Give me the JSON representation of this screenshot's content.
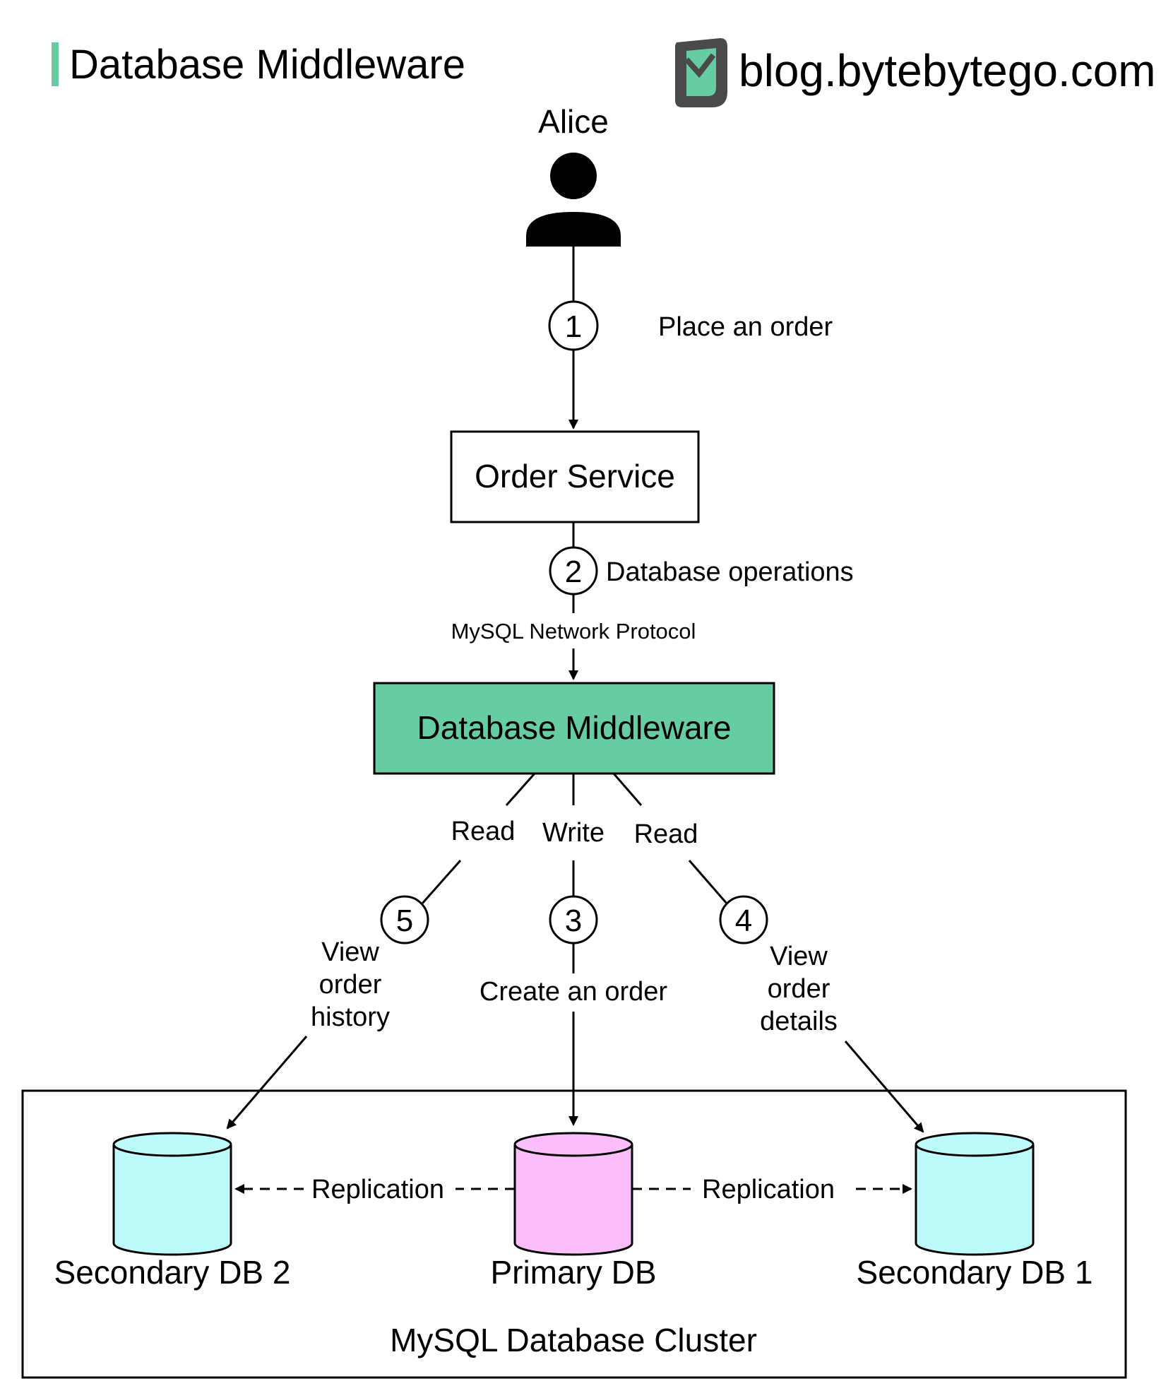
{
  "header": {
    "title": "Database Middleware",
    "accent_color": "#66CDA3",
    "brand_text": "blog.bytebytego.com",
    "brand_icon": "bytebytego-logo-icon"
  },
  "actor": {
    "name": "Alice",
    "icon": "person-icon"
  },
  "steps": [
    {
      "number": "1",
      "label": "Place an order"
    },
    {
      "number": "2",
      "label": "Database operations"
    },
    {
      "number": "3",
      "label": "Create an order"
    },
    {
      "number": "4",
      "label_lines": [
        "View",
        "order",
        "details"
      ]
    },
    {
      "number": "5",
      "label_lines": [
        "View",
        "order",
        "history"
      ]
    }
  ],
  "protocol_label": "MySQL Network Protocol",
  "nodes": {
    "order_service": "Order Service",
    "middleware": "Database Middleware",
    "middleware_color": "#66CDA3"
  },
  "operations": {
    "read_left": "Read",
    "write": "Write",
    "read_right": "Read"
  },
  "cluster": {
    "label": "MySQL Database Cluster",
    "primary": {
      "label": "Primary DB",
      "color": "#FBBEFA"
    },
    "secondary_left": {
      "label": "Secondary DB 2",
      "color": "#BDFBFB"
    },
    "secondary_right": {
      "label": "Secondary DB 1",
      "color": "#BDFBFB"
    },
    "replication_left": "Replication",
    "replication_right": "Replication"
  }
}
